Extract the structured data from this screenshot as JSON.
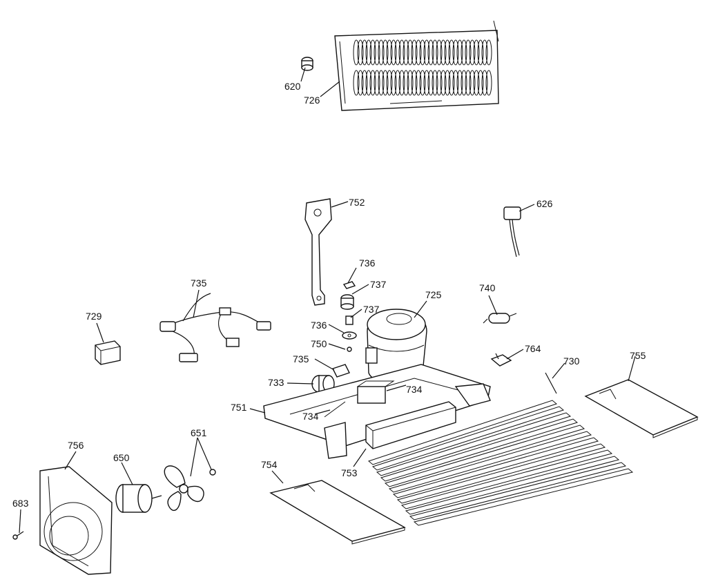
{
  "labels": {
    "p620": "620",
    "p726": "726",
    "p752": "752",
    "p626": "626",
    "p736a": "736",
    "p737a": "737",
    "p735a": "735",
    "p729": "729",
    "p737b": "737",
    "p725": "725",
    "p740": "740",
    "p736b": "736",
    "p750": "750",
    "p735b": "735",
    "p764": "764",
    "p730": "730",
    "p755": "755",
    "p733": "733",
    "p734a": "734",
    "p751": "751",
    "p734b": "734",
    "p651": "651",
    "p756": "756",
    "p650": "650",
    "p753": "753",
    "p754": "754",
    "p683": "683"
  },
  "colors": {
    "ink": "#111111",
    "background": "#ffffff"
  }
}
